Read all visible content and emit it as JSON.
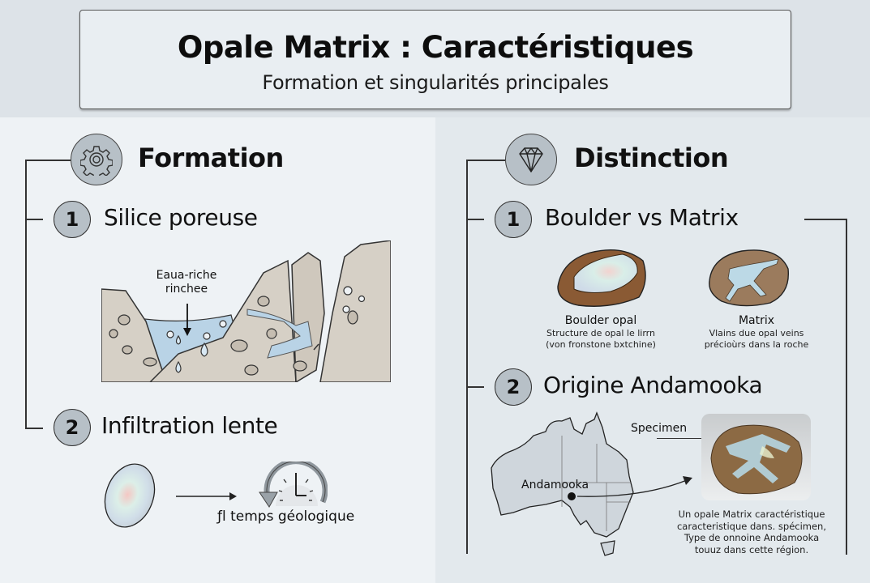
{
  "header": {
    "title": "Opale Matrix : Caractéristiques",
    "subtitle": "Formation et singularités principales"
  },
  "left": {
    "icon": "gear-icon",
    "title": "Formation",
    "steps": [
      {
        "number": "1",
        "title": "Silice poreuse",
        "illustration": {
          "label_line1": "Eaua-riche",
          "label_line2": "rinchee"
        }
      },
      {
        "number": "2",
        "title": "Infiltration lente",
        "illustration": {
          "caption_prefix": "ƒl",
          "caption": "temps géologique"
        }
      }
    ]
  },
  "right": {
    "icon": "diamond-icon",
    "title": "Distinction",
    "steps": [
      {
        "number": "1",
        "title": "Boulder vs Matrix",
        "items": [
          {
            "name": "Boulder opal",
            "desc_line1": "Structure de opal le lirrn",
            "desc_line2": "(von fronstone bxtchine)"
          },
          {
            "name": "Matrix",
            "desc_line1": "Vlains due opal veins",
            "desc_line2": "précioùrs dans la roche"
          }
        ]
      },
      {
        "number": "2",
        "title": "Origine Andamooka",
        "map_label": "Andamooka",
        "specimen_label": "Specimen",
        "caption_lines": [
          "Un opale Matrix caractéristique",
          "caracteristique dans. spécimen,",
          "Type de onnoine Andamooka",
          "touuz dans cette région."
        ]
      }
    ]
  },
  "colors": {
    "badge_fill": "#b7c0c7",
    "water": "#b9d3e6",
    "rock": "#d6d0c6",
    "boulder_brown": "#8a5a34",
    "panel_left": "#eef2f5",
    "panel_right": "#e3e9ed"
  }
}
